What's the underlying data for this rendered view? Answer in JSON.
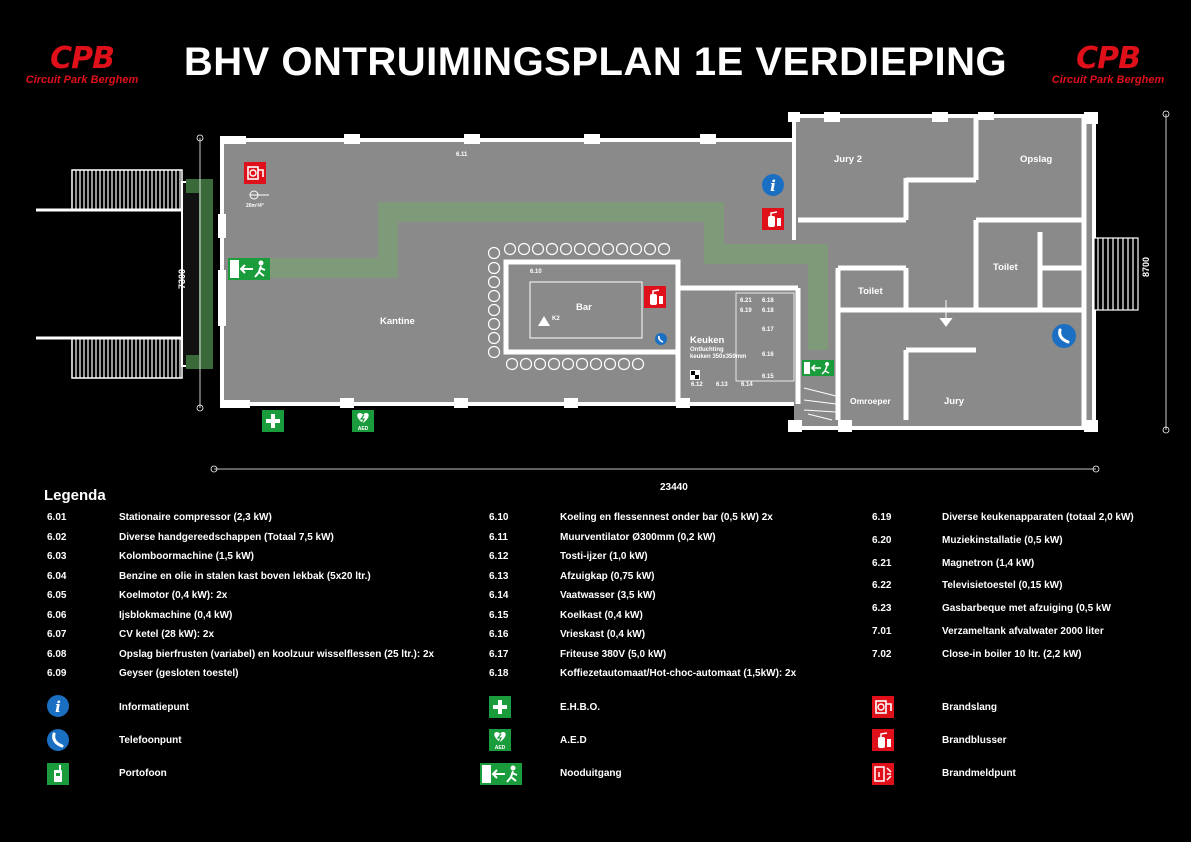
{
  "title": "BHV ONTRUIMINGSPLAN 1E VERDIEPING",
  "logo": {
    "big": "CPB",
    "sub": "Circuit Park Berghem"
  },
  "colors": {
    "red": "#e0101a",
    "green": "#1a9b3c",
    "blue": "#1b6fc2",
    "floor": "#8a8a8a",
    "route": "#7f9a78"
  },
  "plan": {
    "rooms": {
      "kantine": "Kantine",
      "bar": "Bar",
      "keuken": "Keuken",
      "keuken_note_1": "Ontluchting",
      "keuken_note_2": "keuken 350x350mm",
      "jury2": "Jury 2",
      "opslag": "Opslag",
      "toilet1": "Toilet",
      "toilet2": "Toilet",
      "omroeper": "Omroeper",
      "jury": "Jury"
    },
    "labels": {
      "l611": "6.11",
      "l610": "6.10",
      "k2": "K2",
      "l621": "6.21",
      "l618a": "6.18",
      "l619": "6.19",
      "l618b": "6.18",
      "l617": "6.17",
      "l616": "6.16",
      "l615": "6.15",
      "l612": "6.12",
      "l613": "6.13",
      "l614": "6.14",
      "hose_note": "20m²/4°",
      "aed": "AED"
    },
    "dims": {
      "width": "23440",
      "left_height": "7300",
      "right_height": "8700"
    }
  },
  "legend": {
    "heading": "Legenda",
    "col1": [
      {
        "code": "6.01",
        "text": "Stationaire compressor (2,3 kW)"
      },
      {
        "code": "6.02",
        "text": "Diverse handgereedschappen (Totaal 7,5 kW)"
      },
      {
        "code": "6.03",
        "text": "Kolomboormachine (1,5 kW)"
      },
      {
        "code": "6.04",
        "text": "Benzine en olie in stalen kast boven lekbak (5x20 ltr.)"
      },
      {
        "code": "6.05",
        "text": "Koelmotor (0,4 kW): 2x"
      },
      {
        "code": "6.06",
        "text": "Ijsblokmachine (0,4 kW)"
      },
      {
        "code": "6.07",
        "text": "CV ketel (28 kW): 2x"
      },
      {
        "code": "6.08",
        "text": "Opslag bierfrusten  (variabel) en koolzuur wisselflessen (25 ltr.): 2x"
      },
      {
        "code": "6.09",
        "text": "Geyser (gesloten toestel)"
      }
    ],
    "col2": [
      {
        "code": "6.10",
        "text": "Koeling en flessennest onder bar (0,5 kW) 2x"
      },
      {
        "code": "6.11",
        "text": "Muurventilator Ø300mm (0,2 kW)"
      },
      {
        "code": "6.12",
        "text": "Tosti-ijzer (1,0 kW)"
      },
      {
        "code": "6.13",
        "text": "Afzuigkap (0,75 kW)"
      },
      {
        "code": "6.14",
        "text": "Vaatwasser (3,5 kW)"
      },
      {
        "code": "6.15",
        "text": "Koelkast (0,4 kW)"
      },
      {
        "code": "6.16",
        "text": "Vrieskast (0,4 kW)"
      },
      {
        "code": "6.17",
        "text": "Friteuse 380V (5,0 kW)"
      },
      {
        "code": "6.18",
        "text": "Koffiezetautomaat/Hot-choc-automaat (1,5kW): 2x"
      }
    ],
    "col3": [
      {
        "code": "6.19",
        "text": "Diverse keukenapparaten (totaal 2,0 kW)"
      },
      {
        "code": "6.20",
        "text": "Muziekinstallatie (0,5 kW)"
      },
      {
        "code": "6.21",
        "text": "Magnetron (1,4 kW)"
      },
      {
        "code": "6.22",
        "text": "Televisietoestel (0,15 kW)"
      },
      {
        "code": "6.23",
        "text": "Gasbarbeque met afzuiging (0,5 kW"
      },
      {
        "code": "7.01",
        "text": "Verzameltank afvalwater 2000 liter"
      },
      {
        "code": "7.02",
        "text": "Close-in boiler 10 ltr. (2,2 kW)"
      }
    ],
    "symbols": {
      "info": "Informatiepunt",
      "phone": "Telefoonpunt",
      "radio": "Portofoon",
      "firstaid": "E.H.B.O.",
      "aed": "A.E.D",
      "exit": "Nooduitgang",
      "hose": "Brandslang",
      "extinguisher": "Brandblusser",
      "alarm": "Brandmeldpunt"
    }
  }
}
